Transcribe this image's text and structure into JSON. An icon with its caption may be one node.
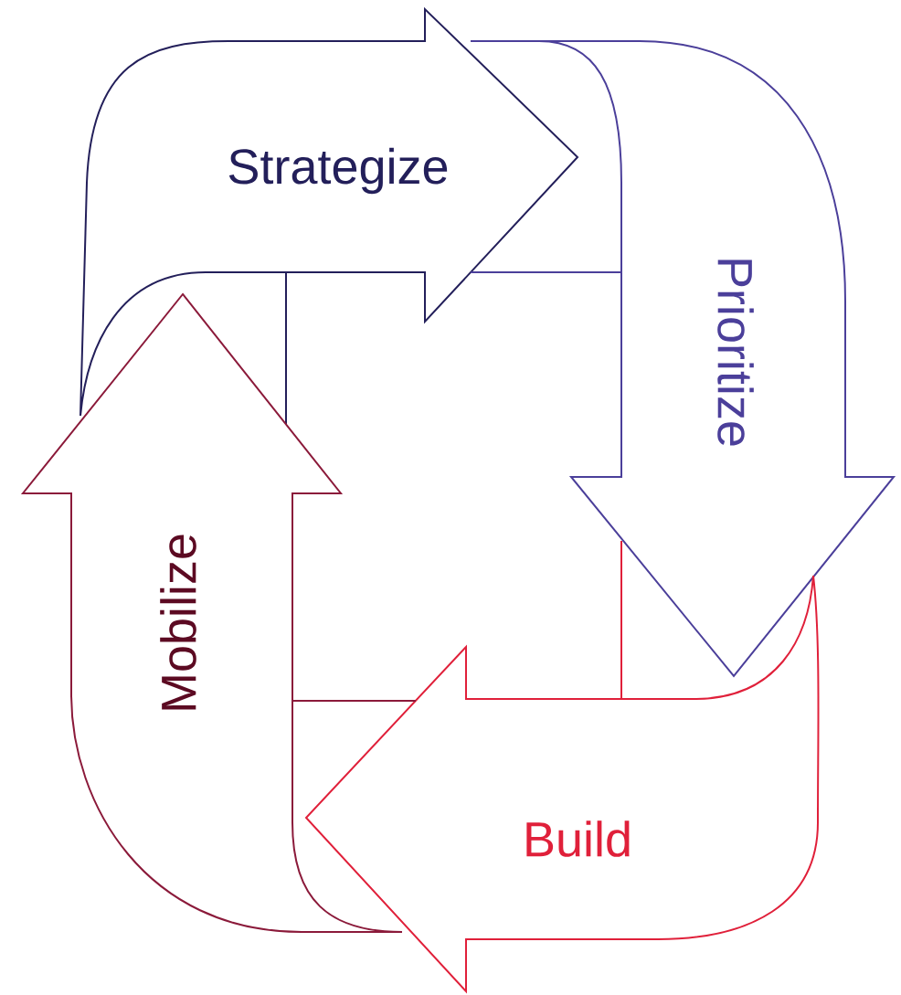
{
  "diagram": {
    "nodes": [
      {
        "text": [
          "Strategize"
        ]
      },
      {
        "text": [
          "Prioritize"
        ]
      },
      {
        "text": [
          "Build"
        ]
      },
      {
        "text": [
          "Mobilize"
        ]
      }
    ]
  }
}
